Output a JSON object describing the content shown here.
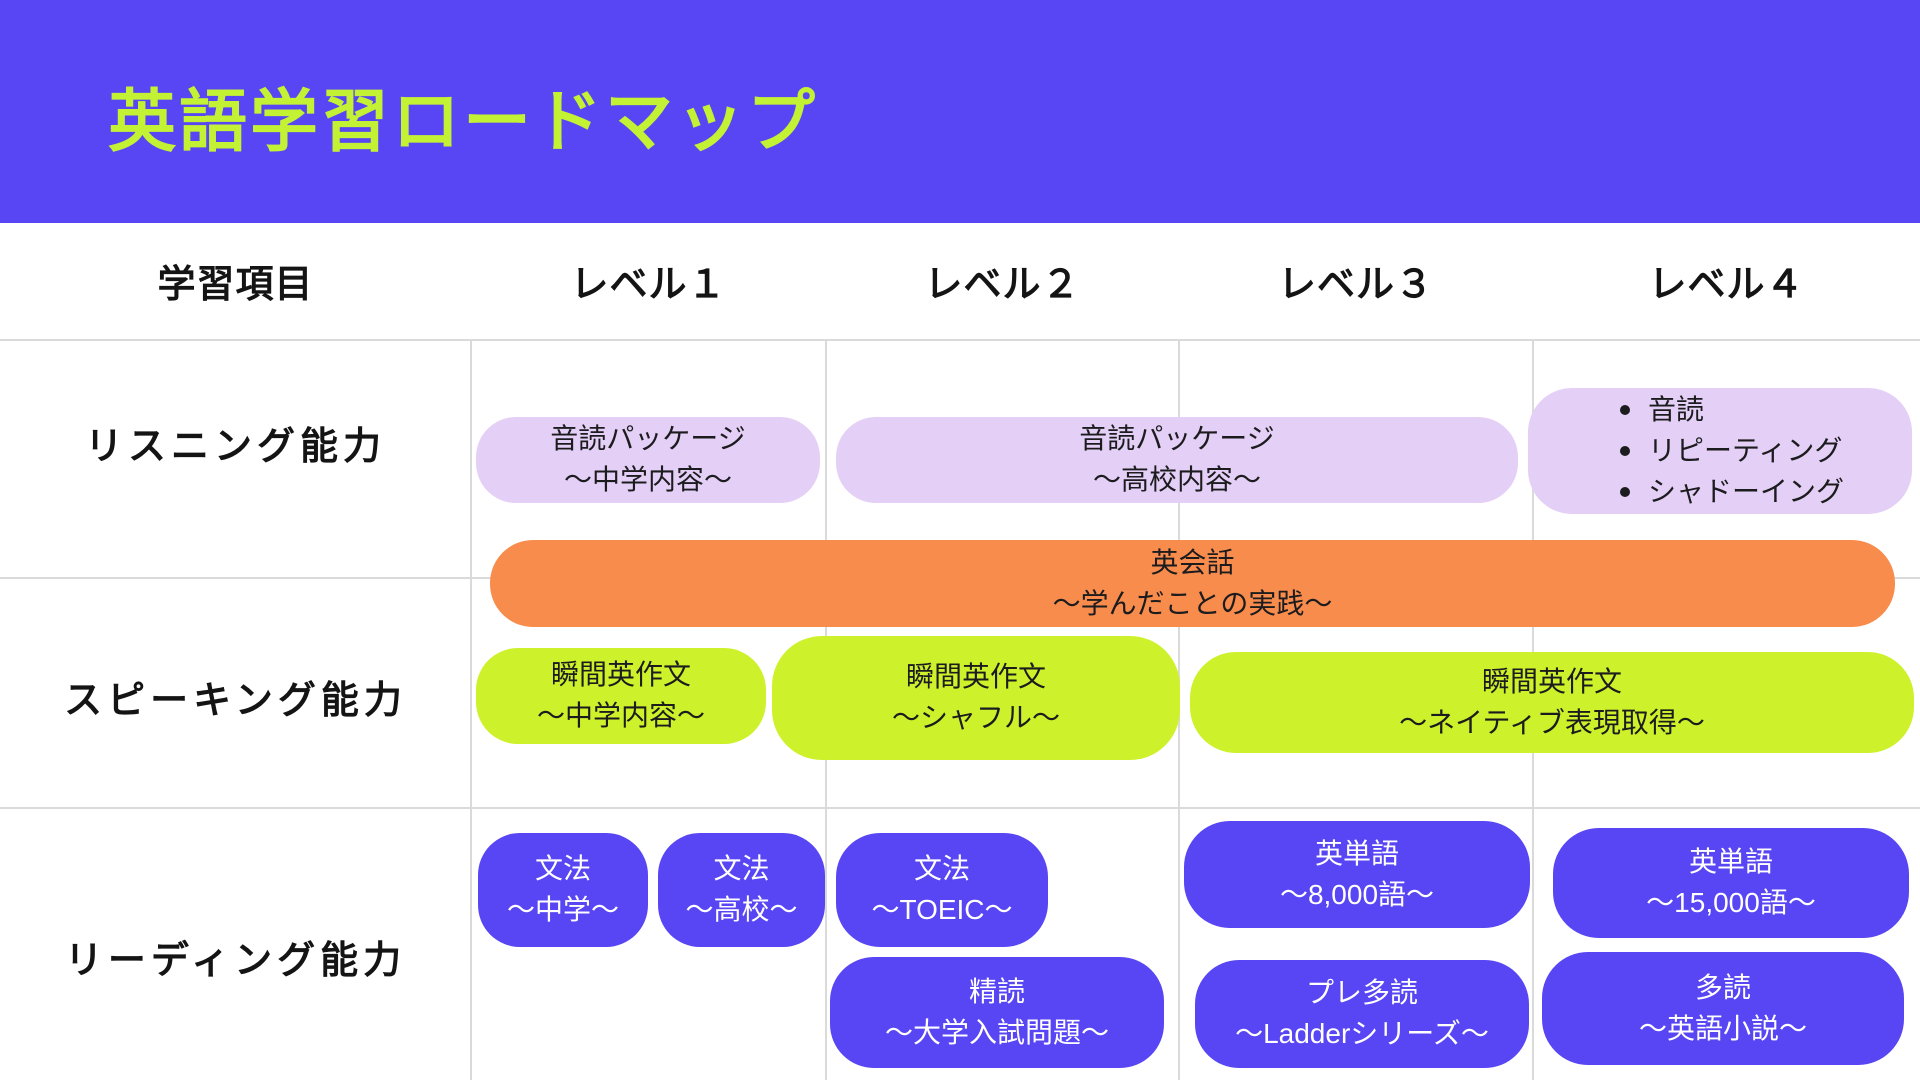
{
  "title": "英語学習ロードマップ",
  "colors": {
    "header_bg": "#5845F3",
    "title_text": "#C3F235",
    "lavender_pill": "#E4CFF6",
    "orange_pill": "#F88C4D",
    "lime_pill": "#CDF22B",
    "purple_pill": "#5845F3",
    "grid_line": "#DADADA",
    "dark_text": "#1C1C1E",
    "light_text": "#FFFFFF"
  },
  "columns": {
    "item_header": "学習項目",
    "levels": [
      "レベル１",
      "レベル２",
      "レベル３",
      "レベル４"
    ]
  },
  "rows": [
    "リスニング能力",
    "スピーキング能力",
    "リーディング能力"
  ],
  "bars": {
    "listening_l1": {
      "line1": "音読パッケージ",
      "line2": "～中学内容～"
    },
    "listening_l2_3": {
      "line1": "音読パッケージ",
      "line2": "～高校内容～"
    },
    "listening_l4_bullets": [
      "音読",
      "リピーティング",
      "シャドーイング"
    ],
    "conversation": {
      "line1": "英会話",
      "line2": "～学んだことの実践～"
    },
    "speaking_l1": {
      "line1": "瞬間英作文",
      "line2": "～中学内容～"
    },
    "speaking_l2": {
      "line1": "瞬間英作文",
      "line2": "～シャフル～"
    },
    "speaking_l3_4": {
      "line1": "瞬間英作文",
      "line2": "～ネイティブ表現取得～"
    },
    "grammar_jhs": {
      "line1": "文法",
      "line2": "～中学～"
    },
    "grammar_hs": {
      "line1": "文法",
      "line2": "～高校～"
    },
    "grammar_toeic": {
      "line1": "文法",
      "line2": "～TOEIC～"
    },
    "vocab_8000": {
      "line1": "英単語",
      "line2": "～8,000語～"
    },
    "vocab_15000": {
      "line1": "英単語",
      "line2": "～15,000語～"
    },
    "seidoku": {
      "line1": "精読",
      "line2": "～大学入試問題～"
    },
    "pre_tadoku": {
      "line1": "プレ多読",
      "line2": "～Ladderシリーズ～"
    },
    "tadoku": {
      "line1": "多読",
      "line2": "～英語小説～"
    }
  }
}
